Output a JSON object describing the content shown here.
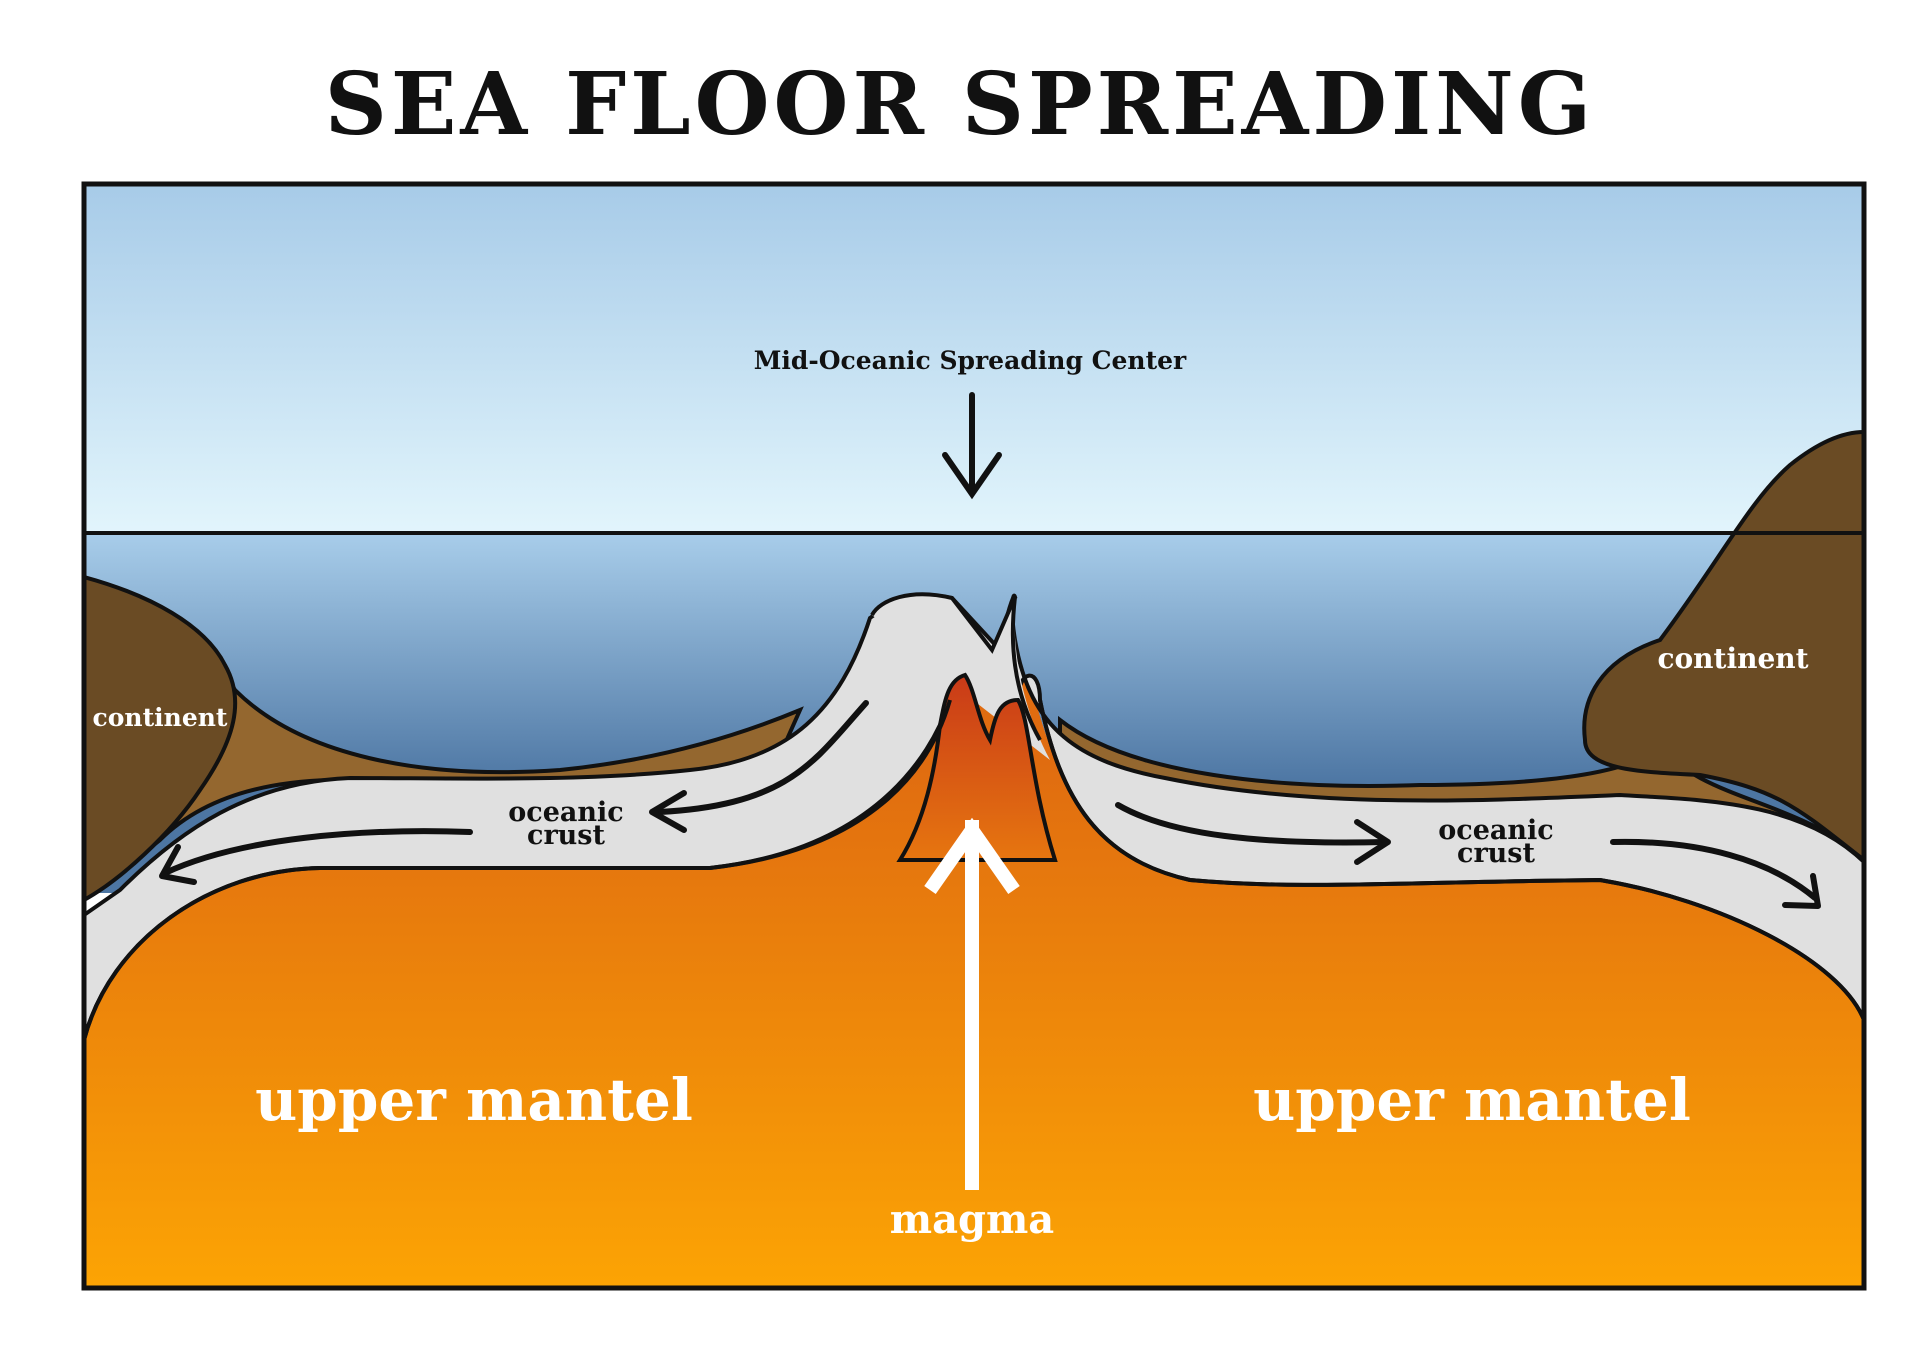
{
  "title": "SEA FLOOR SPREADING",
  "labels": {
    "spreading_center": "Mid-Oceanic Spreading Center",
    "continent_left": "continent",
    "continent_right": "continent",
    "crust_left_line1": "oceanic",
    "crust_left_line2": "crust",
    "crust_right_line1": "oceanic",
    "crust_right_line2": "crust",
    "mantle_left": "upper mantel",
    "mantle_right": "upper mantel",
    "magma": "magma"
  },
  "colors": {
    "sky_top": "#a7cbe8",
    "sky_bottom": "#e2f5fc",
    "ocean_top": "#a8cdea",
    "ocean_bottom": "#4d76a3",
    "continent": "#6a4b24",
    "sediment": "#94672f",
    "crust": "#e0e0e0",
    "mantle_top": "#e06c10",
    "mantle_bottom": "#fca404",
    "magma_top": "#c93a18",
    "magma_bottom": "#e8790f"
  }
}
